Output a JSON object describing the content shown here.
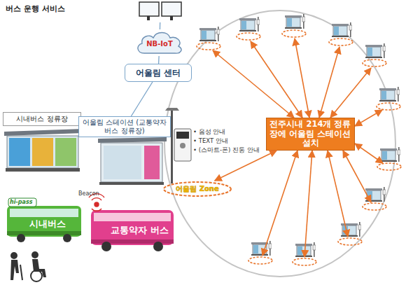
{
  "diagram": {
    "nodes": [
      {
        "text": [
          "버스 운행 서비스"
        ]
      },
      {
        "text": [
          "NB-IoT"
        ]
      },
      {
        "text": [
          "어울림 센터"
        ]
      },
      {
        "text": [
          "시내버스 정류장"
        ]
      },
      {
        "text": [
          "어울림 스테이션 (교통약자버스 정류장)"
        ]
      },
      {
        "text": [
          "어울림 Zone"
        ]
      },
      {
        "text": [
          "전주시내 214개 정류장에 어울림 스테이션 설치"
        ]
      }
    ],
    "edges": [
      {
        "from": 0,
        "to": 1,
        "arrow": "none"
      },
      {
        "from": 1,
        "to": 2,
        "arrow": "none"
      },
      {
        "from": 2,
        "to": 4,
        "arrow": "none"
      },
      {
        "from": 6,
        "to": 5,
        "arrow": "both"
      }
    ],
    "labels": [
      "Beacon",
      "hi-pass",
      "시내버스",
      "교통약자 버스",
      "• 음성 안내",
      "• TEXT 안내",
      "• (스마트-폰) 진동 안내"
    ]
  }
}
